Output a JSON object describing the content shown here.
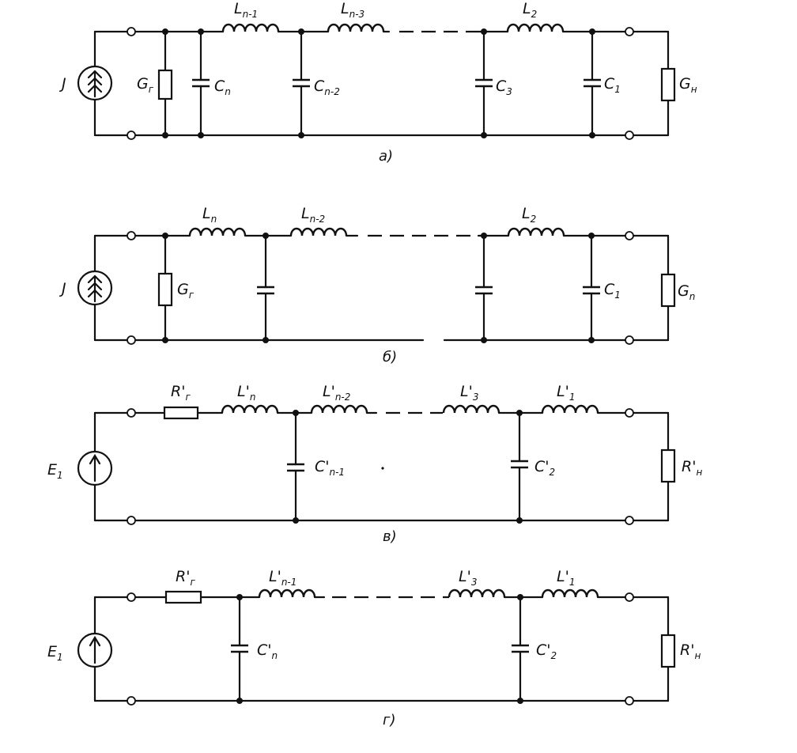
{
  "circuits": {
    "a": {
      "caption": "а)",
      "source": "J",
      "source_cond": {
        "base": "G",
        "sub": "г"
      },
      "load_cond": {
        "base": "G",
        "sub": "н"
      },
      "capacitors": [
        {
          "base": "C",
          "sub": "n"
        },
        {
          "base": "C",
          "sub": "n-2"
        },
        {
          "base": "C",
          "sub": "3"
        },
        {
          "base": "C",
          "sub": "1"
        }
      ],
      "inductors": [
        {
          "base": "L",
          "sub": "n-1"
        },
        {
          "base": "L",
          "sub": "n-3"
        },
        {
          "base": "L",
          "sub": "2"
        }
      ]
    },
    "b": {
      "caption": "б)",
      "source": "J",
      "source_cond": {
        "base": "G",
        "sub": "г"
      },
      "load_cond": {
        "base": "G",
        "sub": "n"
      },
      "capacitors": [
        {
          "base": "C",
          "sub": "1"
        }
      ],
      "inductors": [
        {
          "base": "L",
          "sub": "n"
        },
        {
          "base": "L",
          "sub": "n-2"
        },
        {
          "base": "L",
          "sub": "2"
        }
      ]
    },
    "v": {
      "caption": "в)",
      "source": {
        "base": "E",
        "sub": "1"
      },
      "source_res": {
        "base": "R'",
        "sub": "г"
      },
      "load_res": {
        "base": "R'",
        "sub": "н"
      },
      "capacitors": [
        {
          "base": "C'",
          "sub": "n-1"
        },
        {
          "base": "C'",
          "sub": "2"
        }
      ],
      "inductors": [
        {
          "base": "L'",
          "sub": "n"
        },
        {
          "base": "L'",
          "sub": "n-2"
        },
        {
          "base": "L'",
          "sub": "3"
        },
        {
          "base": "L'",
          "sub": "1"
        }
      ]
    },
    "g": {
      "caption": "г)",
      "source": {
        "base": "E",
        "sub": "1"
      },
      "source_res": {
        "base": "R'",
        "sub": "г"
      },
      "load_res": {
        "base": "R'",
        "sub": "н"
      },
      "capacitors": [
        {
          "base": "C'",
          "sub": "n"
        },
        {
          "base": "C'",
          "sub": "2"
        }
      ],
      "inductors": [
        {
          "base": "L'",
          "sub": "n-1"
        },
        {
          "base": "L'",
          "sub": "3"
        },
        {
          "base": "L'",
          "sub": "1"
        }
      ]
    }
  }
}
